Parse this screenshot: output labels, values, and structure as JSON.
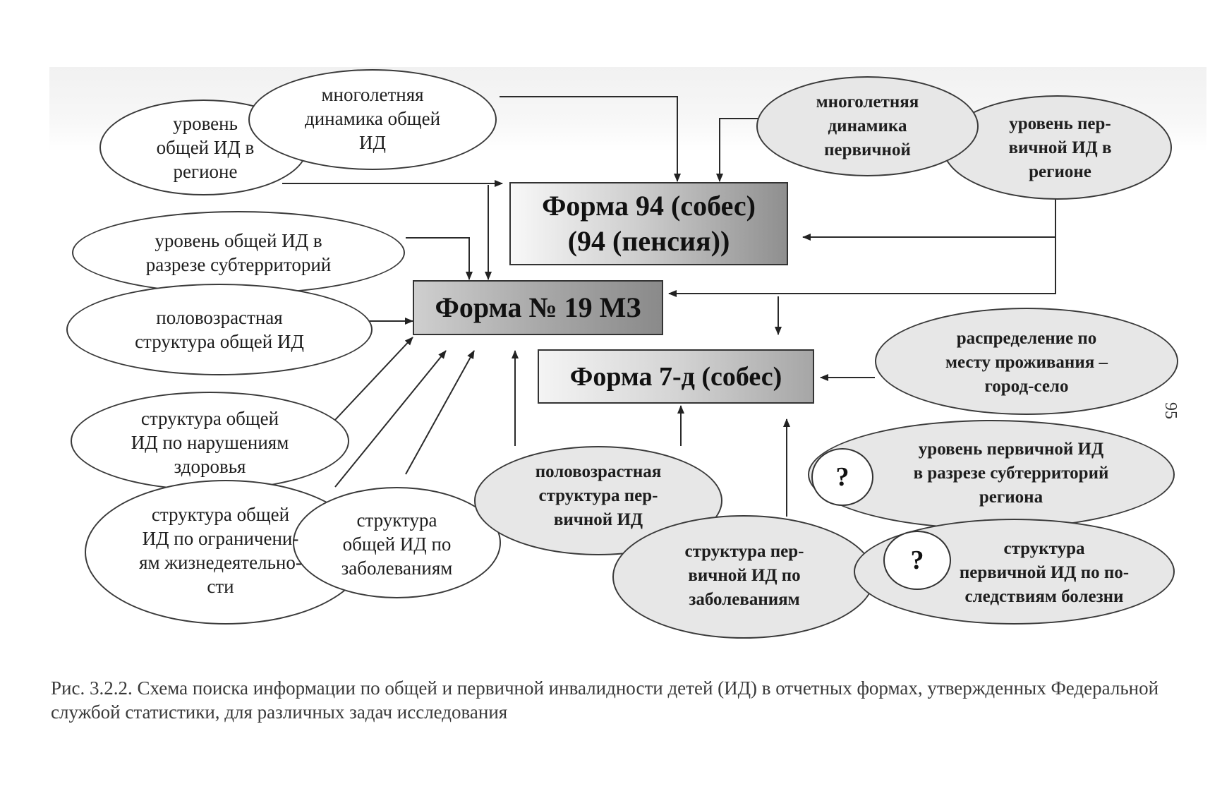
{
  "boxes": {
    "forma94": "Форма 94 (собес)\n(94 (пенсия))",
    "forma19": "Форма № 19 МЗ",
    "forma7d": "Форма 7-д (собес)"
  },
  "ellipses": {
    "uroven_region_obshch": "уровень\nобщей ИД в\nрегионе",
    "dinamika_obshch": "многолетняя\nдинамика общей\nИД",
    "dinamika_perv": "многолетняя\nдинамика\nпервичной",
    "uroven_region_perv": "уровень пер-\nвичной ИД в\nрегионе",
    "uroven_subterr_obshch": "уровень общей ИД в\nразрезе субтерриторий",
    "polovozr_obshch": "половозрастная\nструктура общей ИД",
    "raspredelenie": "распределение по\nместу проживания –\nгород-село",
    "struktura_narush": "структура общей\nИД по нарушениям\nздоровья",
    "struktura_ogranich": "структура общей\nИД по ограничени-\nям жизнедеятельно-\nсти",
    "struktura_zabol_obshch": "структура\nобщей ИД по\nзаболеваниям",
    "polovozr_perv": "половозрастная\nструктура пер-\nвичной ИД",
    "uroven_subterr_perv": "уровень первичной ИД\nв разрезе субтерриторий\nрегиона",
    "struktura_zabol_perv": "структура пер-\nвичной ИД по\nзаболеваниям",
    "struktura_posled": "структура\nпервичной ИД по по-\nследствиям болезни"
  },
  "question_marks": {
    "q1": "?",
    "q2": "?"
  },
  "caption": "Рис. 3.2.2. Схема поиска информации по общей и первичной инвалидности детей (ИД) в отчетных формах, утвержденных Федеральной службой статистики, для различных задач исследования",
  "page_number": "95"
}
